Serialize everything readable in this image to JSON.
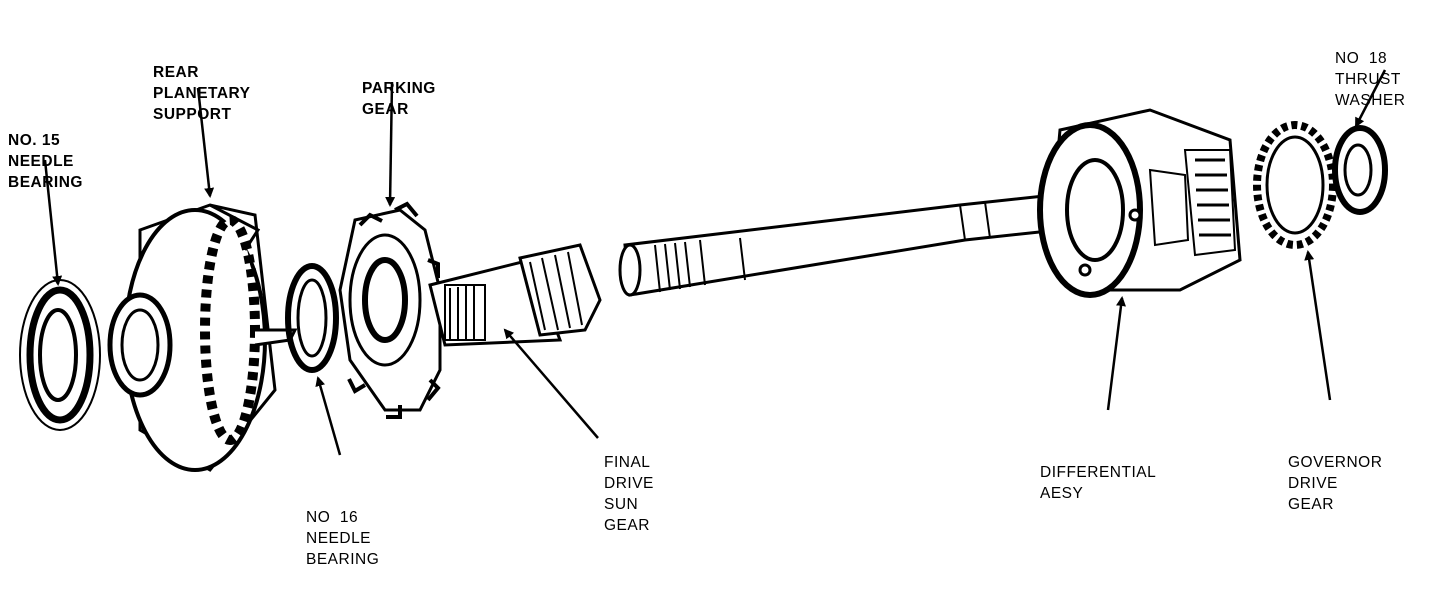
{
  "colors": {
    "ink": "#000000",
    "paper": "#ffffff"
  },
  "labels": {
    "no15": [
      "NO. 15",
      "NEEDLE",
      "BEARING"
    ],
    "rear_support": [
      "REAR",
      "PLANETARY",
      "SUPPORT"
    ],
    "parking_gear": [
      "PARKING",
      "GEAR"
    ],
    "no16": [
      "NO  16",
      "NEEDLE",
      "BEARING"
    ],
    "final_drive": [
      "FINAL",
      "DRIVE",
      "SUN",
      "GEAR"
    ],
    "differential": [
      "DIFFERENTIAL",
      "AESY"
    ],
    "governor": [
      "GOVERNOR",
      "DRIVE",
      "GEAR"
    ],
    "no18": [
      "NO  18",
      "THRUST",
      "WASHER"
    ]
  }
}
